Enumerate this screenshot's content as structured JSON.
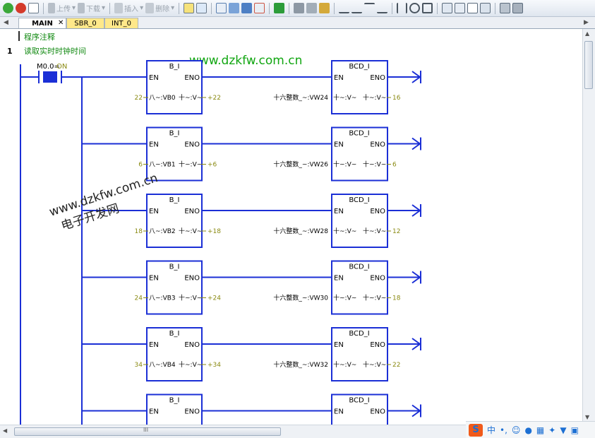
{
  "toolbar": {
    "upload_label": "上传",
    "download_label": "下载",
    "insert_label": "插入",
    "delete_label": "删除"
  },
  "tabs": [
    {
      "label": "MAIN",
      "active": true
    },
    {
      "label": "SBR_0",
      "active": false
    },
    {
      "label": "INT_0",
      "active": false
    }
  ],
  "program": {
    "comment": "程序注释",
    "network_number": "1",
    "network_comment": "读取实时时钟时间",
    "contact_label": "M0.0=",
    "contact_state": "ON"
  },
  "rungs": [
    {
      "left_block": "B_I",
      "left_in": "22",
      "left_in_addr": "八~:VB0",
      "left_out_addr": "十~:V~",
      "left_out": "+22",
      "right_block": "BCD_I",
      "right_in": "十六整数_~:VW24",
      "right_in_addr": "十~:V~",
      "right_out_addr": "十~:V~",
      "right_out": "16"
    },
    {
      "left_block": "B_I",
      "left_in": "6",
      "left_in_addr": "八~:VB1",
      "left_out_addr": "十~:V~",
      "left_out": "+6",
      "right_block": "BCD_I",
      "right_in": "十六整数_~:VW26",
      "right_in_addr": "十~:V~",
      "right_out_addr": "十~:V~",
      "right_out": "6"
    },
    {
      "left_block": "B_I",
      "left_in": "18",
      "left_in_addr": "八~:VB2",
      "left_out_addr": "十~:V~",
      "left_out": "+18",
      "right_block": "BCD_I",
      "right_in": "十六整数_~:VW28",
      "right_in_addr": "十~:V~",
      "right_out_addr": "十~:V~",
      "right_out": "12"
    },
    {
      "left_block": "B_I",
      "left_in": "24",
      "left_in_addr": "八~:VB3",
      "left_out_addr": "十~:V~",
      "left_out": "+24",
      "right_block": "BCD_I",
      "right_in": "十六整数_~:VW30",
      "right_in_addr": "十~:V~",
      "right_out_addr": "十~:V~",
      "right_out": "18"
    },
    {
      "left_block": "B_I",
      "left_in": "34",
      "left_in_addr": "八~:VB4",
      "left_out_addr": "十~:V~",
      "left_out": "+34",
      "right_block": "BCD_I",
      "right_in": "十六整数_~:VW32",
      "right_in_addr": "十~:V~",
      "right_out_addr": "十~:V~",
      "right_out": "22"
    },
    {
      "left_block": "B_I",
      "right_block": "BCD_I"
    }
  ],
  "pins": {
    "en": "EN",
    "eno": "ENO"
  },
  "watermark": {
    "top": "www.dzkfw.com.cn",
    "left_line1": "www.dzkfw.com.cn",
    "left_line2": "电子开发网"
  },
  "scrollbar": {
    "h_grip": "III"
  },
  "ime": {
    "logo": "S",
    "mode": "中"
  },
  "colors": {
    "rung": "#1b2fd6",
    "value": "#8a8a12",
    "comment": "#138a13",
    "tab_inactive": "#ffe88a",
    "watermark": "#11a611"
  }
}
